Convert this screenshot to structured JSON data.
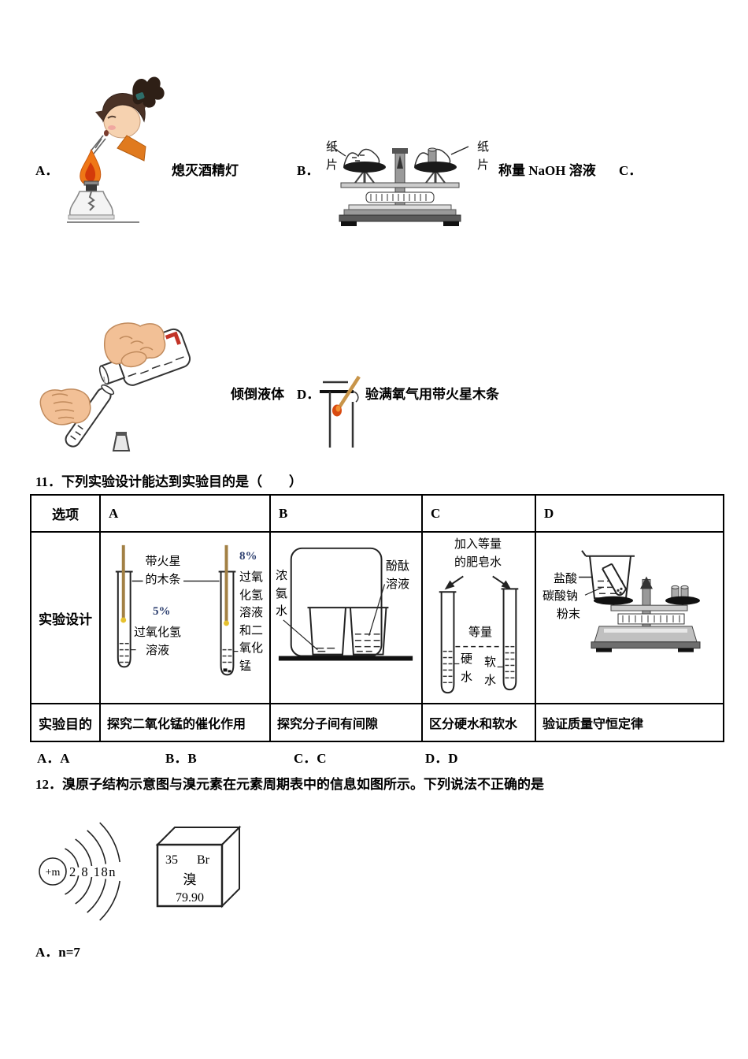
{
  "q10": {
    "a_label": "A．",
    "a_caption": "熄灭酒精灯",
    "b_label": "B．",
    "b_paper_left": "纸片",
    "b_paper_right": "纸片",
    "b_caption": "称量 NaOH 溶液",
    "c_label": "C．",
    "c_caption": "倾倒液体",
    "d_label": "D．",
    "d_caption": "验满氧气用带火星木条"
  },
  "q11": {
    "number": "11．",
    "text": "下列实验设计能达到实验目的是（　　）",
    "table": {
      "headers": [
        "选项",
        "A",
        "B",
        "C",
        "D"
      ],
      "design_label": "实验设计",
      "purpose_label": "实验目的",
      "purposes": [
        "探究二氧化锰的催化作用",
        "探究分子间有间隙",
        "区分硬水和软水",
        "验证质量守恒定律"
      ],
      "diagram_a": {
        "splint": "带火星的木条",
        "left_pct": "5%",
        "left_solution": "过氧化氢溶液",
        "right_pct": "8%",
        "right_solution": "过氧化氢溶液和二氧化锰"
      },
      "diagram_b": {
        "left": "浓氨水",
        "right": "酚酞溶液"
      },
      "diagram_c": {
        "top": "加入等量的肥皂水",
        "equal": "等量",
        "left": "硬水",
        "right": "软水"
      },
      "diagram_d": {
        "acid": "盐酸",
        "salt": "碳酸钠",
        "powder": "粉末"
      }
    },
    "answers": [
      "A．A",
      "B．B",
      "C．C",
      "D．D"
    ]
  },
  "q12": {
    "number": "12．",
    "text": "溴原子结构示意图与溴元素在元素周期表中的信息如图所示。下列说法不正确的是",
    "atom": {
      "nucleus": "+m",
      "shells": "2 8 18n"
    },
    "element": {
      "atomic_number": "35",
      "symbol": "Br",
      "name": "溴",
      "mass": "79.90"
    },
    "option_a": "A．n=7"
  },
  "colors": {
    "percent_text": "#2e4070",
    "flame": "#ef7716",
    "ember": "#d84a10"
  }
}
